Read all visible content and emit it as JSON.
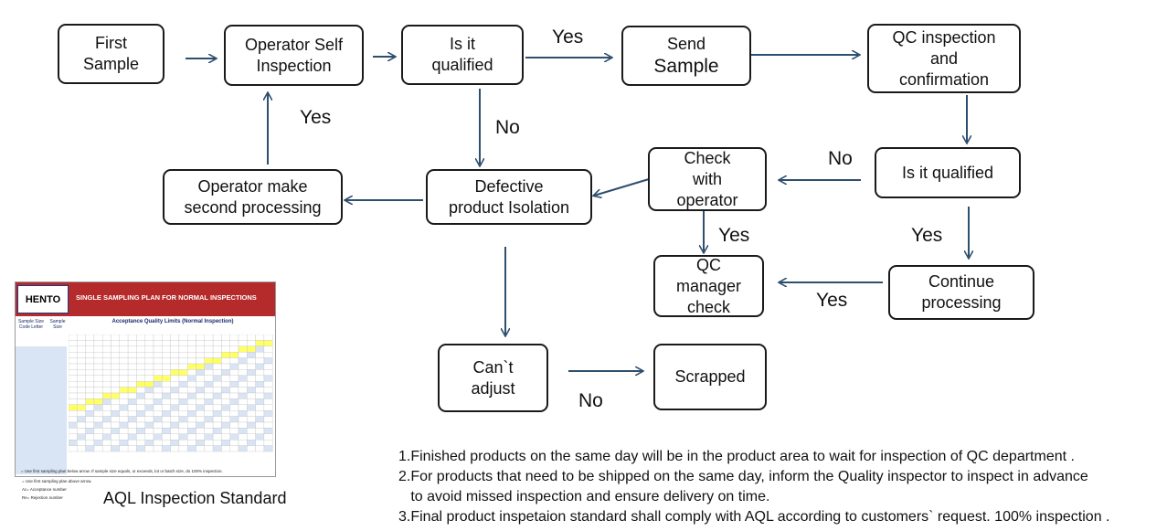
{
  "flow": {
    "first_sample": "First\nSample",
    "operator_self_inspection": "Operator Self\nInspection",
    "is_it_qualified": "Is it\nqualified",
    "send_sample_a": "Send",
    "send_sample_b": "Sample",
    "qc_inspection": "QC inspection\nand\nconfirmation",
    "is_it_qualified_2": "Is  it qualified",
    "check_with_operator": "Check\nwith\noperator",
    "defective_isolation": "Defective\nproduct Isolation",
    "operator_second_processing": "Operator make\nsecond processing",
    "qc_manager_check": "QC\nmanager\ncheck",
    "continue_processing": "Continue\nprocessing",
    "cant_adjust": "Can`t\nadjust",
    "scrapped": "Scrapped"
  },
  "labels": {
    "yes": "Yes",
    "no": "No"
  },
  "notes": [
    "1.Finished products on the same day will be in the product area to wait for inspection of QC department .",
    "2.For products that need to be shipped on the same day, inform the Quality inspector  to inspect in advance",
    "   to avoid missed inspection and ensure delivery on time.",
    "3.Final product inspetaion standard shall comply with AQL according to customers` request. 100% inspection ."
  ],
  "aql": {
    "brand": "HENTO",
    "title": "SINGLE SAMPLING PLAN FOR NORMAL INSPECTIONS",
    "subtitle": "Acceptance Quality Limits (Normal Inspection)",
    "col_code": "Sample Size Code Letter",
    "col_size": "Sample Size",
    "footer_1": "= Use first sampling plan below arrow. If sample size equals, or exceeds, lot or batch size, do 100% inspection.",
    "footer_2": "= Use first sampling plan above arrow.",
    "footer_3": "Ac= Acceptance number",
    "footer_4": "Re= Rejection number",
    "caption": "AQL Inspection Standard",
    "colors": {
      "header": "#b52a2a",
      "brand_border": "#1b3b8a",
      "highlight": "#ffff66",
      "cell_blue": "#d9e4f5"
    }
  }
}
